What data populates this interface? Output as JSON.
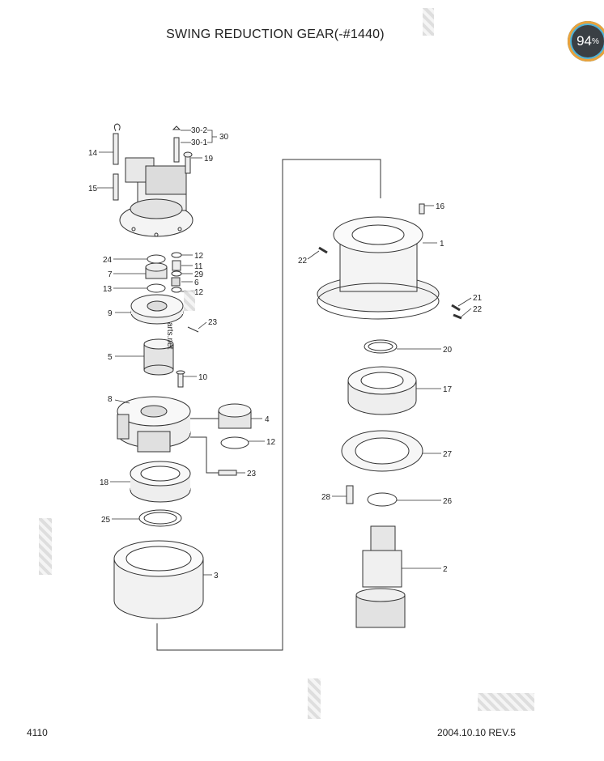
{
  "page": {
    "title": "SWING REDUCTION GEAR(-#1440)",
    "page_number": "4110",
    "revision": "2004.10.10  REV.5",
    "badge": "94"
  },
  "callouts": [
    {
      "id": "c30-2",
      "text": "30-2"
    },
    {
      "id": "c30",
      "text": "30"
    },
    {
      "id": "c30-1",
      "text": "30-1"
    },
    {
      "id": "c14",
      "text": "14"
    },
    {
      "id": "c19",
      "text": "19"
    },
    {
      "id": "c15",
      "text": "15"
    },
    {
      "id": "c16",
      "text": "16"
    },
    {
      "id": "c1",
      "text": "1"
    },
    {
      "id": "c22a",
      "text": "22"
    },
    {
      "id": "c12a",
      "text": "12"
    },
    {
      "id": "c24",
      "text": "24"
    },
    {
      "id": "c11",
      "text": "11"
    },
    {
      "id": "c7",
      "text": "7"
    },
    {
      "id": "c29",
      "text": "29"
    },
    {
      "id": "c6",
      "text": "6"
    },
    {
      "id": "c13",
      "text": "13"
    },
    {
      "id": "c12b",
      "text": "12"
    },
    {
      "id": "c21",
      "text": "21"
    },
    {
      "id": "c22b",
      "text": "22"
    },
    {
      "id": "c9",
      "text": "9"
    },
    {
      "id": "c23a",
      "text": "23"
    },
    {
      "id": "c20",
      "text": "20"
    },
    {
      "id": "c5",
      "text": "5"
    },
    {
      "id": "c10",
      "text": "10"
    },
    {
      "id": "c17",
      "text": "17"
    },
    {
      "id": "c8",
      "text": "8"
    },
    {
      "id": "c4",
      "text": "4"
    },
    {
      "id": "c12c",
      "text": "12"
    },
    {
      "id": "c27",
      "text": "27"
    },
    {
      "id": "c23b",
      "text": "23"
    },
    {
      "id": "c18",
      "text": "18"
    },
    {
      "id": "c28",
      "text": "28"
    },
    {
      "id": "c26",
      "text": "26"
    },
    {
      "id": "c25",
      "text": "25"
    },
    {
      "id": "c2",
      "text": "2"
    },
    {
      "id": "c3",
      "text": "3"
    }
  ],
  "watermark_text": "arts.net"
}
